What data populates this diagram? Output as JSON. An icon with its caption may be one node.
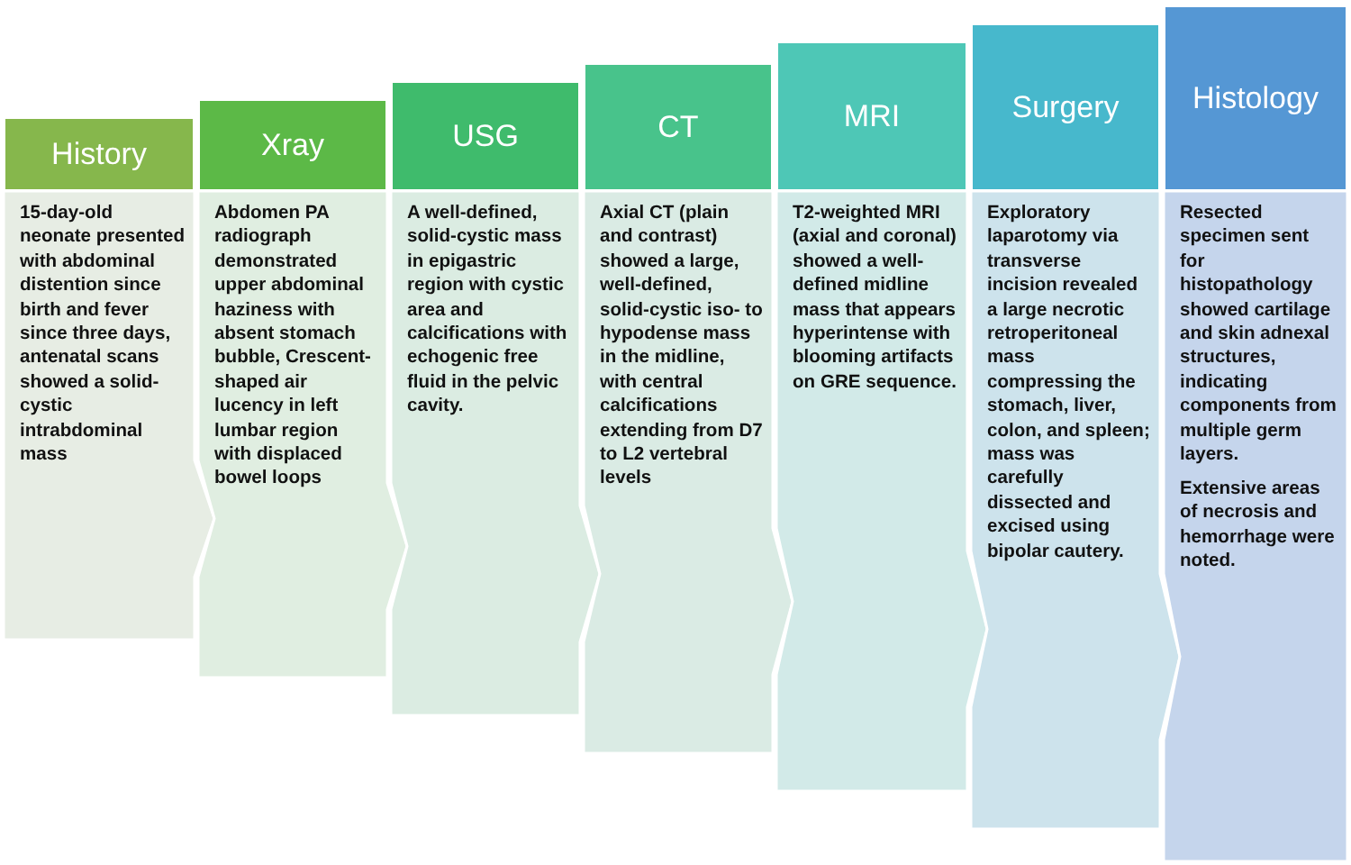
{
  "diagram": {
    "nodes": [
      {
        "text": [
          "History"
        ]
      },
      {
        "text": [
          "15-day-old neonate presented with abdominal distention since birth and fever since three days, antenatal scans showed a solid-cystic intrabdominal mass"
        ]
      },
      {
        "text": [
          "Xray"
        ]
      },
      {
        "text": [
          "Abdomen PA radiograph demonstrated upper abdominal haziness with absent stomach bubble, Crescent-shaped air lucency in left lumbar region with displaced bowel loops"
        ]
      },
      {
        "text": [
          "USG"
        ]
      },
      {
        "text": [
          "A well-defined, solid-cystic mass in epigastric region with cystic area and calcifications with echogenic free fluid in the pelvic cavity."
        ]
      },
      {
        "text": [
          "CT"
        ]
      },
      {
        "text": [
          "Axial CT (plain and contrast) showed a large, well-defined, solid-cystic iso- to hypodense mass in the midline, with central calcifications extending from D7 to L2 vertebral levels"
        ]
      },
      {
        "text": [
          "MRI"
        ]
      },
      {
        "text": [
          "T2-weighted MRI (axial and coronal) showed a well-defined midline mass that appears hyperintense with blooming artifacts on GRE sequence."
        ]
      },
      {
        "text": [
          "Surgery"
        ]
      },
      {
        "text": [
          "Exploratory laparotomy via transverse incision revealed a large necrotic retroperitoneal mass compressing the stomach, liver, colon, and spleen; mass was carefully dissected and excised using bipolar cautery."
        ]
      },
      {
        "text": [
          "Histology"
        ]
      },
      {
        "text": [
          "Resected specimen sent for histopathology showed cartilage and skin adnexal structures, indicating components from multiple germ layers.",
          "Extensive areas of necrosis and hemorrhage were noted."
        ]
      }
    ]
  }
}
